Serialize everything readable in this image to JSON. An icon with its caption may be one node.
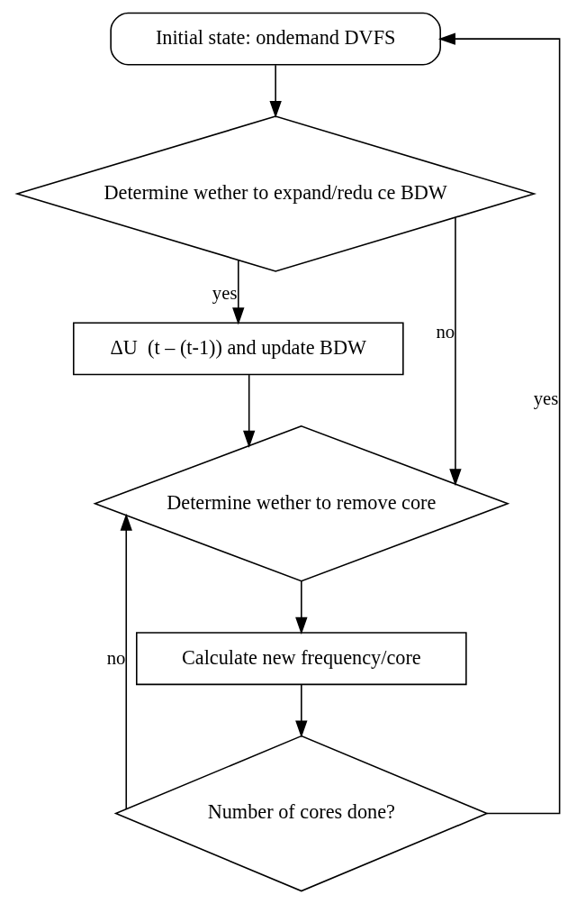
{
  "diagram": {
    "nodes": [
      {
        "text": [
          "Initial state: ondemand DVFS"
        ]
      },
      {
        "text": [
          "Determine wether to expand/redu ce BDW"
        ]
      },
      {
        "text": [
          "ΔU  (t – (t-1)) and update BDW"
        ]
      },
      {
        "text": [
          "Determine wether to remove core"
        ]
      },
      {
        "text": [
          "Calculate new frequency/core"
        ]
      },
      {
        "text": [
          "Number of cores done?"
        ]
      }
    ],
    "edges": [
      {
        "from": 0,
        "to": 1,
        "arrow": "to"
      },
      {
        "from": 1,
        "to": 2,
        "arrow": "to",
        "label": "yes"
      },
      {
        "from": 1,
        "to": 3,
        "arrow": "to",
        "label": "no"
      },
      {
        "from": 2,
        "to": 3,
        "arrow": "to"
      },
      {
        "from": 3,
        "to": 4,
        "arrow": "to"
      },
      {
        "from": 4,
        "to": 5,
        "arrow": "to"
      },
      {
        "from": 5,
        "to": 3,
        "arrow": "to",
        "label": "no"
      },
      {
        "from": 5,
        "to": 0,
        "arrow": "to",
        "label": "yes"
      }
    ]
  }
}
